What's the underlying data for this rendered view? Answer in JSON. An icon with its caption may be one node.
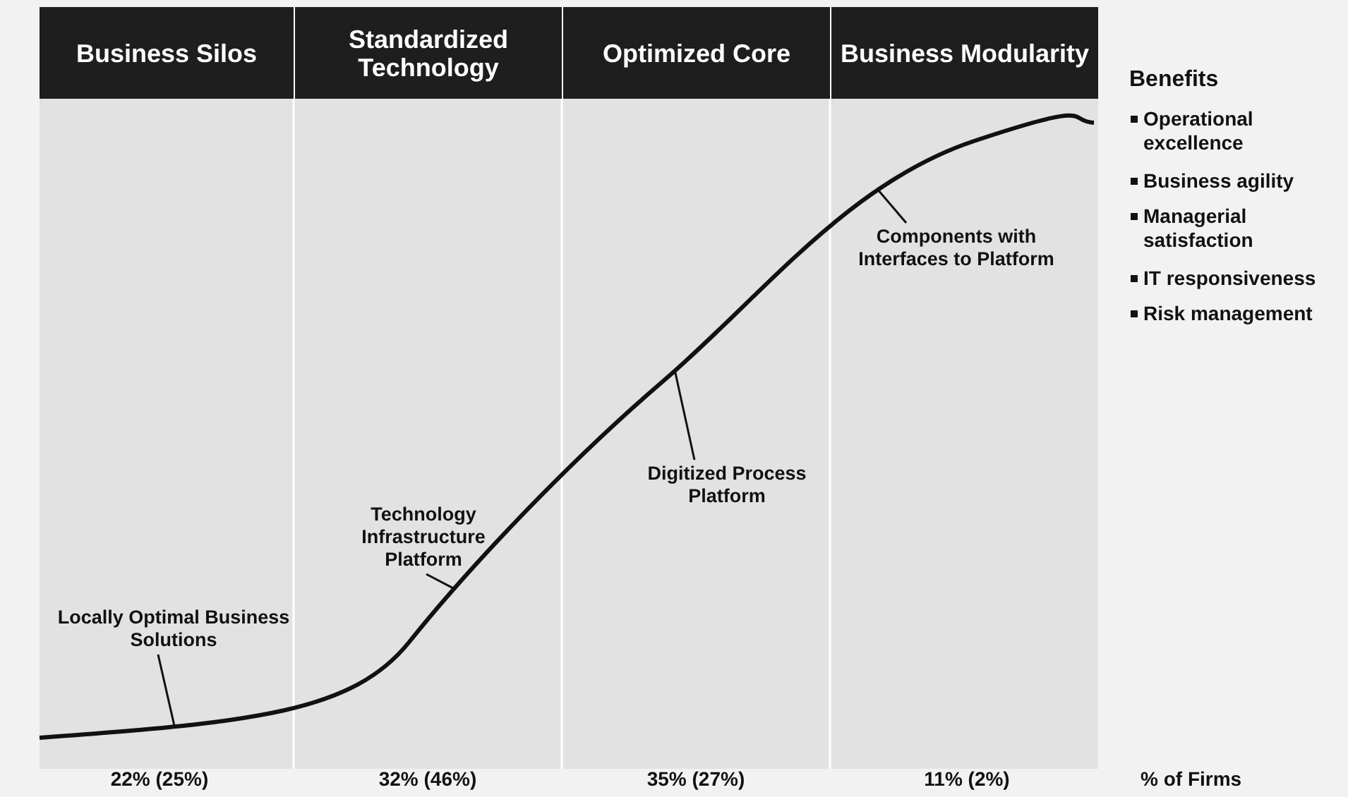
{
  "diagram": {
    "nodes": [
      {
        "text": [
          "Business Silos"
        ]
      },
      {
        "text": [
          "Standardized Technology"
        ]
      },
      {
        "text": [
          "Optimized Core"
        ]
      },
      {
        "text": [
          "Business Modularity"
        ]
      },
      {
        "text": [
          "Locally Optimal Business Solutions"
        ]
      },
      {
        "text": [
          "Technology Infrastructure Platform"
        ]
      },
      {
        "text": [
          "Digitized Process Platform"
        ]
      },
      {
        "text": [
          "Components with Interfaces to Platform"
        ]
      }
    ],
    "edges": [
      {
        "from": 4,
        "to": null,
        "arrow": "none"
      },
      {
        "from": 5,
        "to": null,
        "arrow": "none"
      },
      {
        "from": 6,
        "to": null,
        "arrow": "none"
      },
      {
        "from": 7,
        "to": null,
        "arrow": "none"
      }
    ],
    "labels": [
      "Benefits",
      "Operational excellence",
      "Business agility",
      "Managerial satisfaction",
      "IT responsiveness",
      "Risk management",
      "22% (25%)",
      "32% (46%)",
      "35% (27%)",
      "11% (2%)",
      "% of Firms"
    ]
  }
}
